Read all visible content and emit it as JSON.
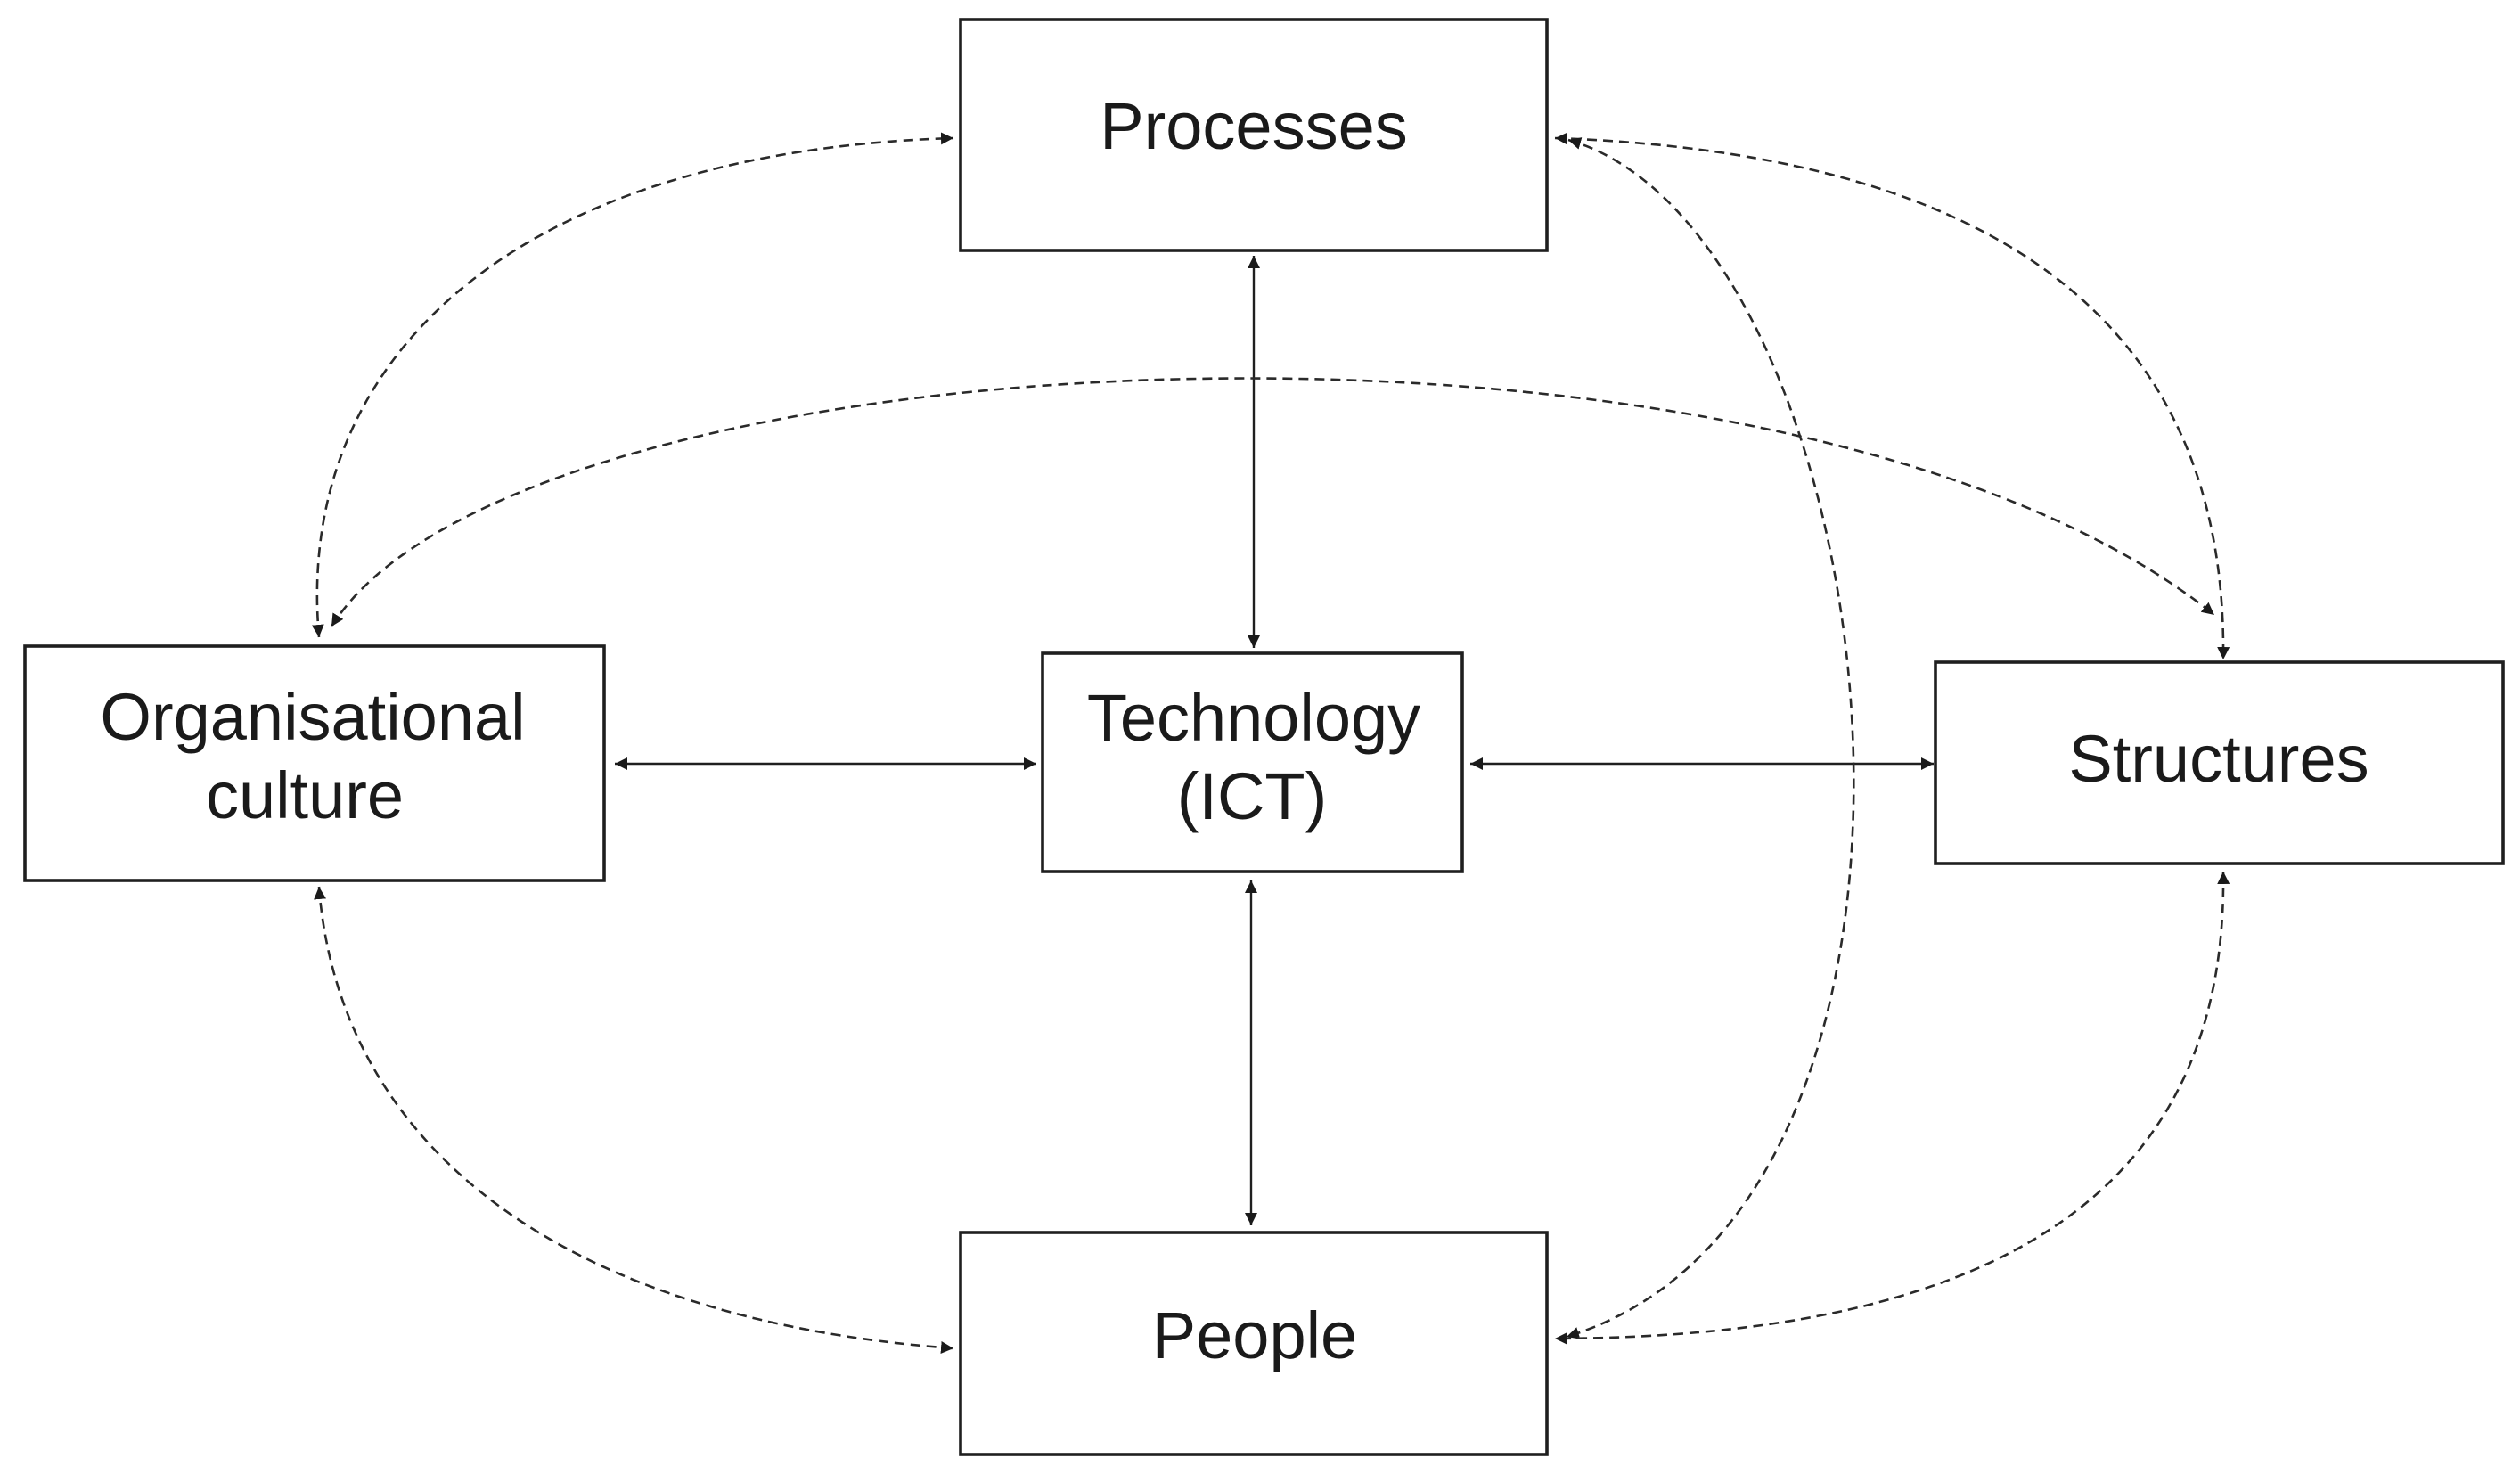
{
  "nodes": {
    "processes": {
      "label": "Processes"
    },
    "organisational_culture": {
      "label_line1": "Organisational",
      "label_line2": "culture"
    },
    "technology": {
      "label_line1": "Technology",
      "label_line2": "(ICT)"
    },
    "structures": {
      "label": "Structures"
    },
    "people": {
      "label": "People"
    }
  },
  "colors": {
    "stroke": "#1f1f1f",
    "background": "#ffffff"
  },
  "connections": [
    {
      "from": "organisational_culture",
      "to": "technology",
      "style": "solid",
      "bidirectional": true
    },
    {
      "from": "technology",
      "to": "structures",
      "style": "solid",
      "bidirectional": true
    },
    {
      "from": "processes",
      "to": "technology",
      "style": "solid",
      "bidirectional": true
    },
    {
      "from": "technology",
      "to": "people",
      "style": "solid",
      "bidirectional": true
    },
    {
      "from": "organisational_culture",
      "to": "processes",
      "style": "dashed",
      "bidirectional": true
    },
    {
      "from": "processes",
      "to": "structures",
      "style": "dashed",
      "bidirectional": true
    },
    {
      "from": "organisational_culture",
      "to": "structures",
      "style": "dashed",
      "bidirectional": true
    },
    {
      "from": "processes",
      "to": "people",
      "style": "dashed",
      "bidirectional": true
    },
    {
      "from": "organisational_culture",
      "to": "people",
      "style": "dashed",
      "bidirectional": true
    },
    {
      "from": "structures",
      "to": "people",
      "style": "dashed",
      "bidirectional": true
    }
  ]
}
